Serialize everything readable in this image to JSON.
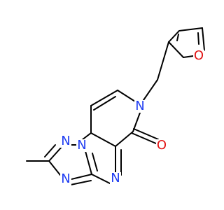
{
  "colors": {
    "background": "#ffffff",
    "bond": "#000000",
    "nitrogen": "#1f3df2",
    "oxygen": "#e11313",
    "carbon": "#000000"
  },
  "atoms": {
    "o_furan": "O",
    "n_pyridone": "N",
    "o_carbonyl": "O",
    "n_bridge": "N",
    "n_triazole_top": "N",
    "n_triazole_left": "N",
    "n_pyrimidine": "N"
  }
}
